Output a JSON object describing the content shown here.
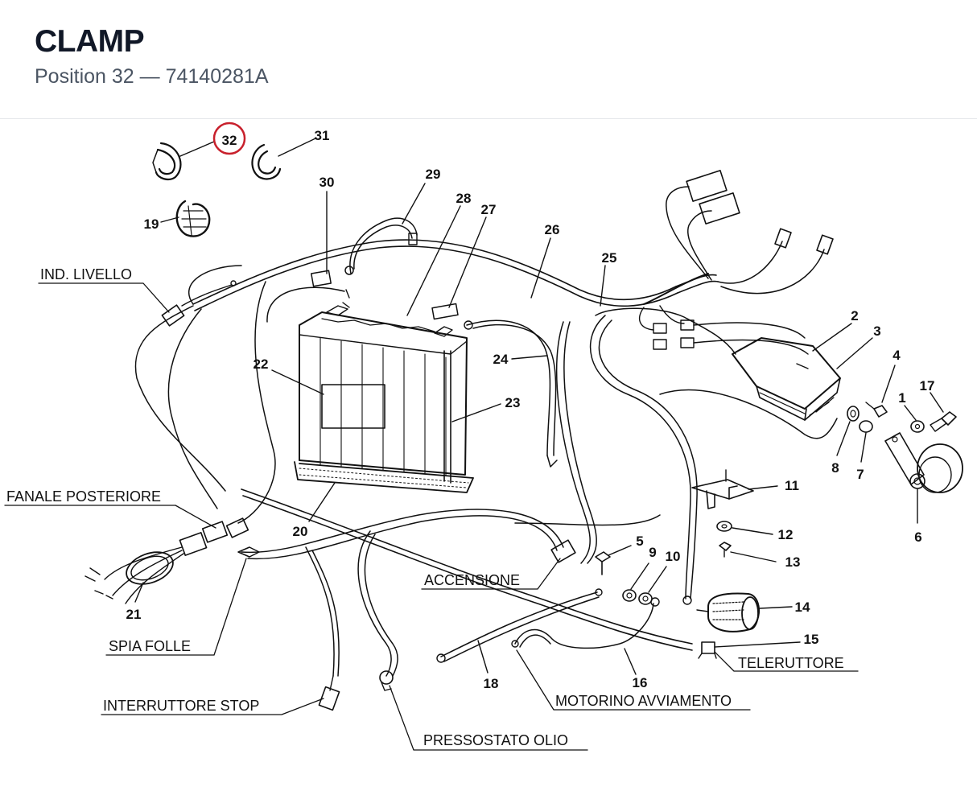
{
  "header": {
    "title": "CLAMP",
    "subtitle": "Position 32 — 74140281A"
  },
  "diagram": {
    "highlight_color": "#c8202c",
    "highlighted_position": "32",
    "part_numbers": {
      "p1": "1",
      "p2": "2",
      "p3": "3",
      "p4": "4",
      "p5": "5",
      "p6": "6",
      "p7": "7",
      "p8": "8",
      "p9": "9",
      "p10": "10",
      "p11": "11",
      "p12": "12",
      "p13": "13",
      "p14": "14",
      "p15": "15",
      "p16": "16",
      "p17": "17",
      "p18": "18",
      "p19": "19",
      "p20": "20",
      "p21": "21",
      "p22": "22",
      "p23": "23",
      "p24": "24",
      "p25": "25",
      "p26": "26",
      "p27": "27",
      "p28": "28",
      "p29": "29",
      "p30": "30",
      "p31": "31",
      "p32": "32"
    },
    "labels": {
      "ind_livello": "IND. LIVELLO",
      "fanale_posteriore": "FANALE POSTERIORE",
      "accensione": "ACCENSIONE",
      "spia_folle": "SPIA FOLLE",
      "interruttore_stop": "INTERRUTTORE STOP",
      "pressostato_olio": "PRESSOSTATO OLIO",
      "motorino_avviamento": "MOTORINO AVVIAMENTO",
      "teleruttore": "TELERUTTORE"
    }
  }
}
